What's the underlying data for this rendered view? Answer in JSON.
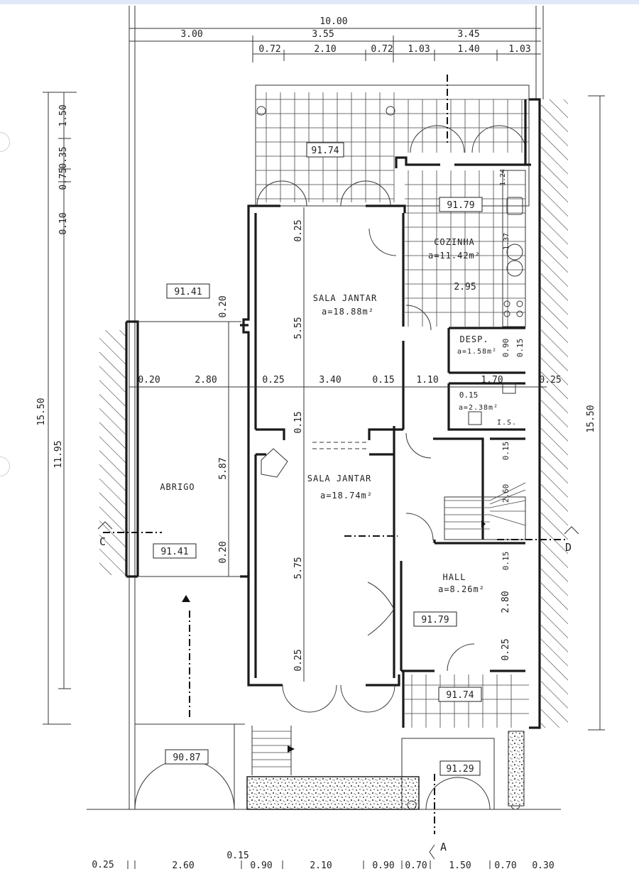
{
  "rooms": {
    "sala_jantar_upper": {
      "name": "SALA JANTAR",
      "area": "a=18.88m²"
    },
    "sala_jantar_lower": {
      "name": "SALA JANTAR",
      "area": "a=18.74m²"
    },
    "cozinha": {
      "name": "COZINHA",
      "area": "a=11.42m²"
    },
    "despensa": {
      "name": "DESP.",
      "area": "a=1.58m²"
    },
    "wc": {
      "name": "I.S.",
      "area": "a=2.38m²"
    },
    "hall": {
      "name": "HALL",
      "area": "a=8.26m²"
    },
    "abrigo": {
      "name": "ABRIGO"
    }
  },
  "levels": {
    "terrace_top": "91.74",
    "kitchen": "91.79",
    "abrigo_top": "91.41",
    "abrigo_bottom": "91.41",
    "hall": "91.79",
    "terrace_bottom": "91.74",
    "entry_left": "90.87",
    "entry_right": "91.29"
  },
  "dims_top": {
    "total": "10.00",
    "row2": [
      "3.00",
      "3.55",
      "3.45"
    ],
    "row3": [
      "0.72",
      "2.10",
      "0.72",
      "1.03",
      "1.40",
      "1.03"
    ]
  },
  "dims_left": {
    "total": "15.50",
    "sub": "11.95",
    "upper": [
      "1.50",
      "0.75",
      "0.35",
      "0.10"
    ]
  },
  "dims_right": {
    "total": "15.50"
  },
  "dims_interior": {
    "horizontal": [
      "0.20",
      "2.80",
      "0.25",
      "3.40",
      "0.15",
      "1.10",
      "1.70",
      "0.25"
    ],
    "sala_top": "0.25",
    "sala_upper_len": "5.55",
    "sala_mid": "0.15",
    "sala_lower_len": "5.75",
    "sala_bottom": "0.25",
    "abrigo_top": "0.20",
    "abrigo_len": "5.87",
    "abrigo_bottom": "0.20",
    "kitchen_width": "2.95",
    "kitchen_a": "1.24",
    "kitchen_b": "1.37",
    "desp_a": "0.90",
    "desp_b": "0.15",
    "wc_small": "0.15",
    "stair_a": "0.15",
    "stair_b": "2.60",
    "hall_a": "0.15",
    "hall_b": "2.80",
    "hall_c": "0.25"
  },
  "dims_bottom": {
    "items": [
      "0.25",
      "2.60",
      "0.15",
      "0.90",
      "2.10",
      "0.90",
      "0.70",
      "1.50",
      "0.70",
      "0.30"
    ]
  },
  "sections": {
    "a": "A",
    "c": "C",
    "d": "D"
  },
  "colors": {
    "line": "#1a1a1a",
    "paper": "#ffffff",
    "band": "#dfe9f7"
  }
}
